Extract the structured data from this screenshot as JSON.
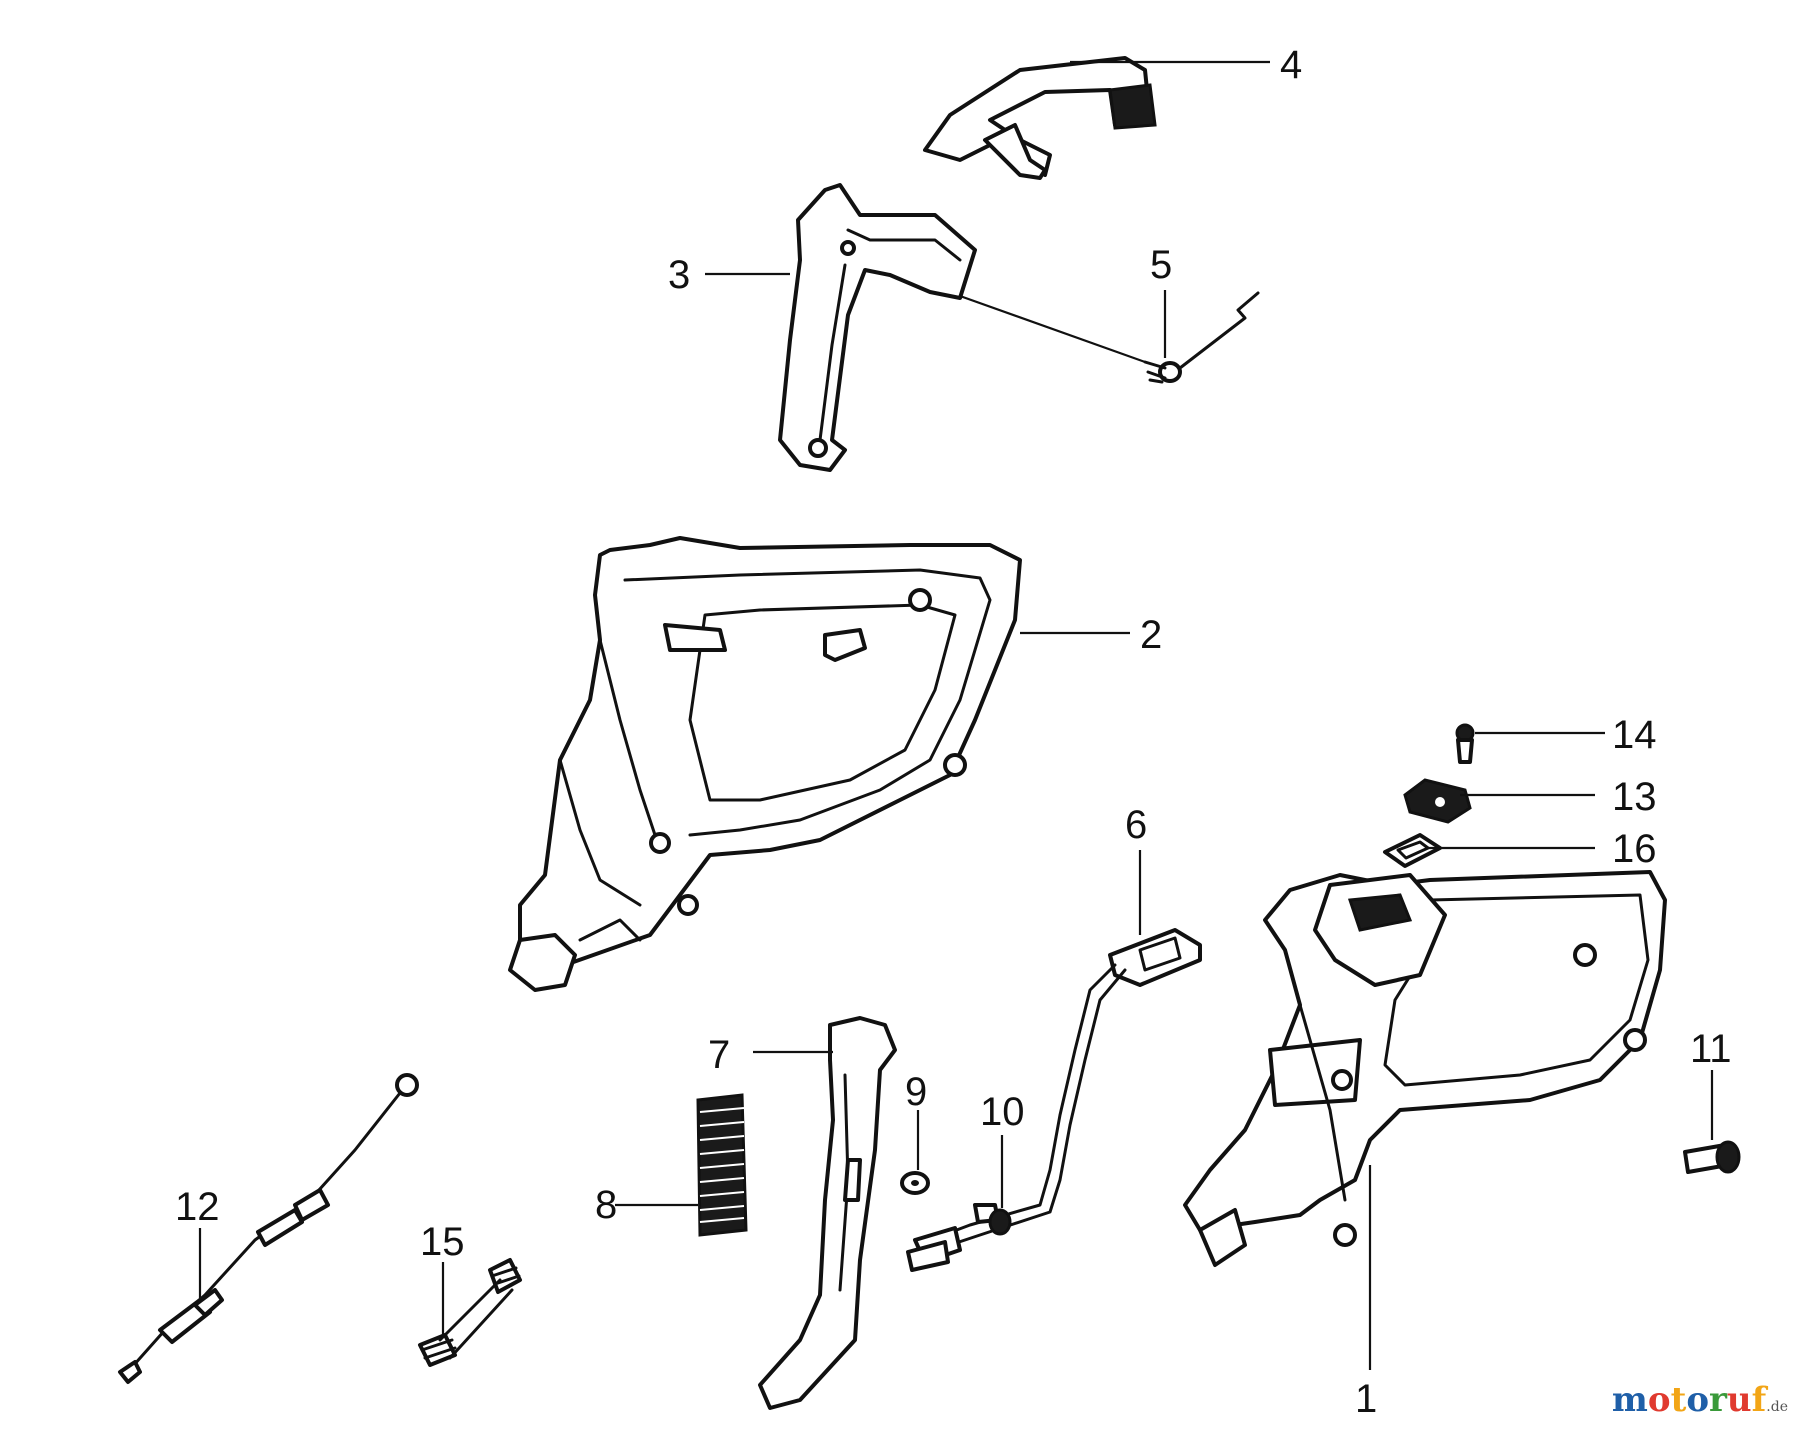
{
  "callouts": {
    "c1": "1",
    "c2": "2",
    "c3": "3",
    "c4": "4",
    "c5": "5",
    "c6": "6",
    "c7": "7",
    "c8": "8",
    "c9": "9",
    "c10": "10",
    "c11": "11",
    "c12": "12",
    "c13": "13",
    "c14": "14",
    "c15": "15",
    "c16": "16"
  },
  "watermark": {
    "letters": [
      "m",
      "o",
      "t",
      "o",
      "r",
      "u",
      "f"
    ],
    "letter_colors": [
      "#1f5fa8",
      "#e03a2f",
      "#f2a516",
      "#1f5fa8",
      "#3a9a3a",
      "#e03a2f",
      "#f2a516"
    ],
    "suffix": ".de"
  }
}
